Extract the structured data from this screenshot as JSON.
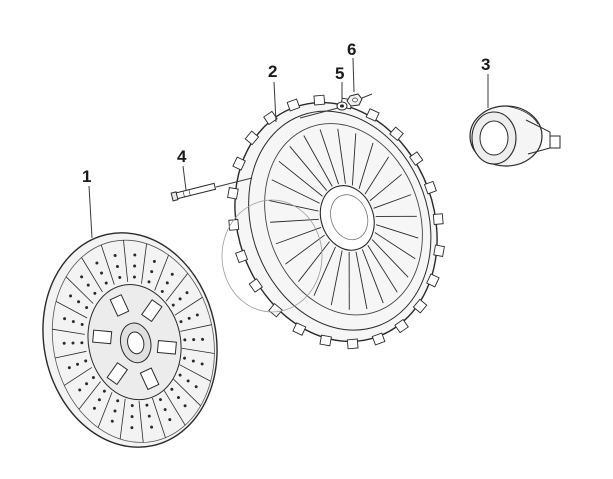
{
  "callouts": [
    {
      "id": "1",
      "text": "1",
      "part": "clutch-disc"
    },
    {
      "id": "2",
      "text": "2",
      "part": "pressure-plate"
    },
    {
      "id": "3",
      "text": "3",
      "part": "release-bearing"
    },
    {
      "id": "4",
      "text": "4",
      "part": "bolt"
    },
    {
      "id": "5",
      "text": "5",
      "part": "washer"
    },
    {
      "id": "6",
      "text": "6",
      "part": "nut"
    }
  ],
  "colors": {
    "line": "#2a2a2a",
    "background": "#ffffff",
    "face": "#f2f2f2",
    "pad": "#ffffff"
  }
}
